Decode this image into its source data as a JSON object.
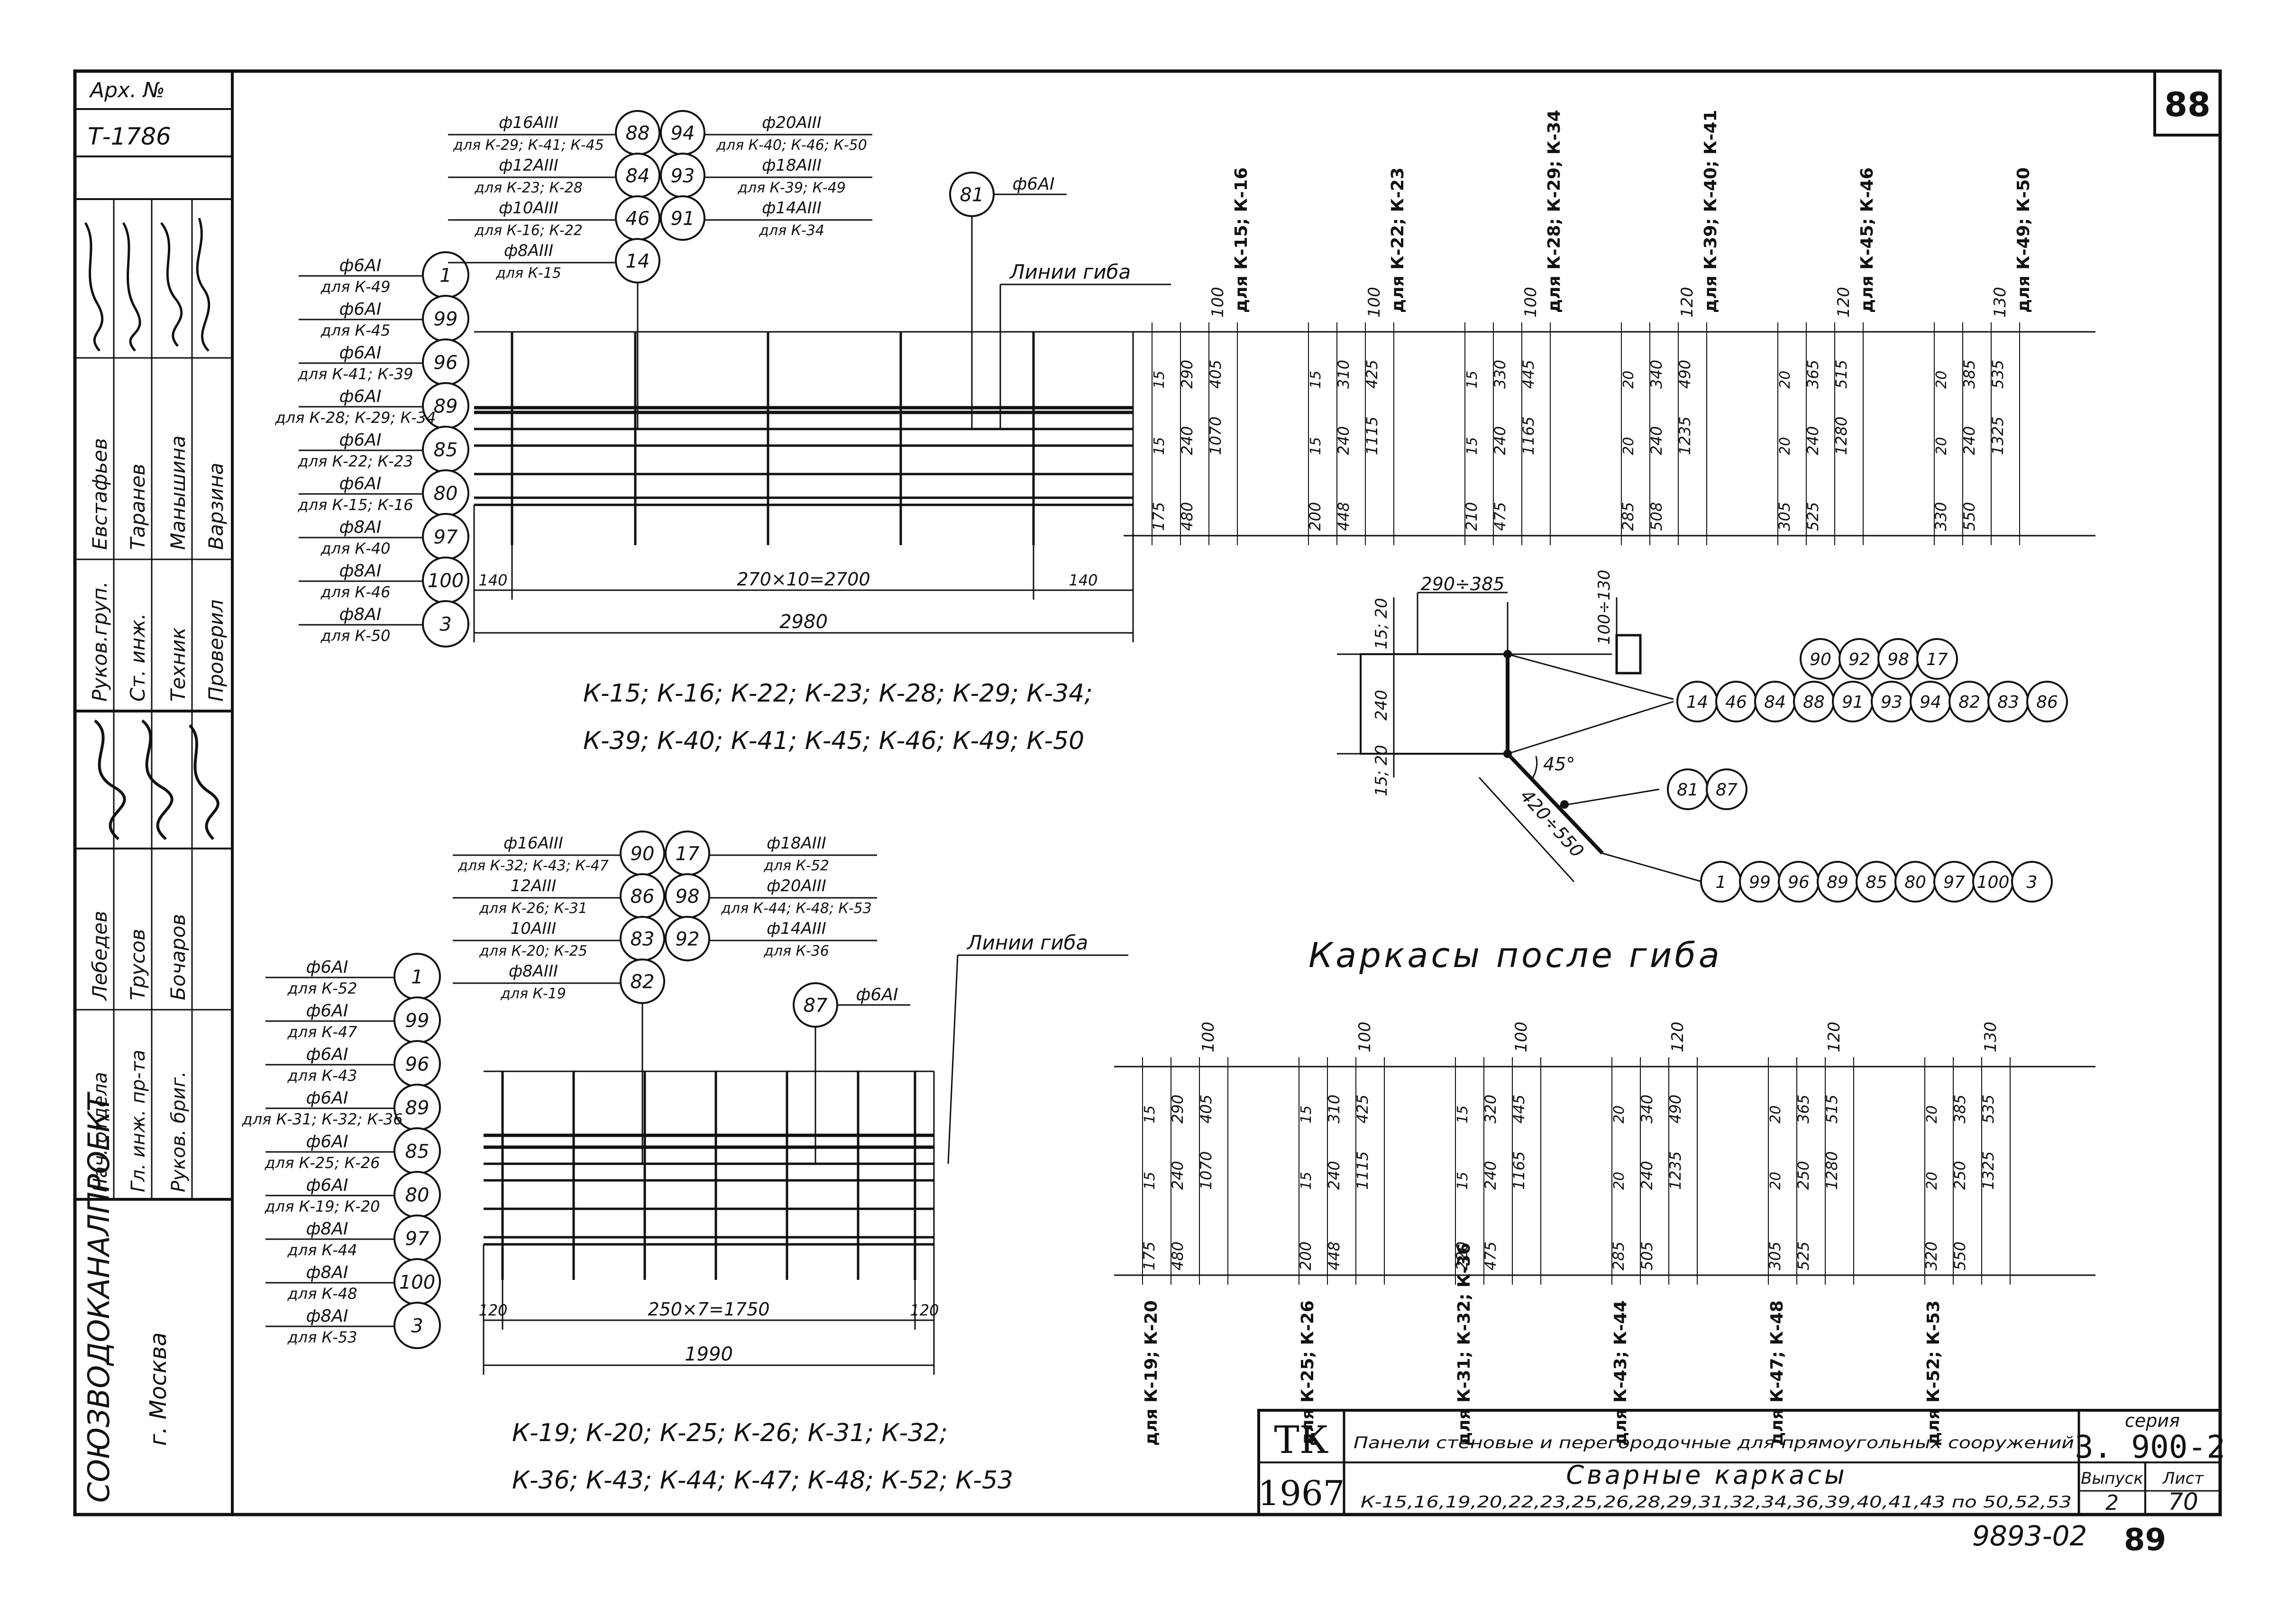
{
  "sheet_corner_number": "88",
  "bottom_code": "9893-02",
  "bottom_sheet": "89",
  "archive": {
    "label": "Арх. №",
    "number": "Т-1786"
  },
  "stamp": {
    "org": "СОЮЗВОДОКАНАЛПРОЕКТ",
    "city": "г. Москва",
    "upper_rows": [
      {
        "role": "Руков.груп.",
        "name": "Евстафьев"
      },
      {
        "role": "Ст. инж.",
        "name": "Таранев"
      },
      {
        "role": "Техник",
        "name": "Манышина"
      },
      {
        "role": "Проверил",
        "name": "Варзина"
      }
    ],
    "lower_rows": [
      {
        "role": "Нач. отдела",
        "name": "Лебедев"
      },
      {
        "role": "Гл. инж. пр-та",
        "name": "Трусов"
      },
      {
        "role": "Руков. бриг.",
        "name": "Бочаров"
      }
    ]
  },
  "title_block": {
    "tk": "ТК",
    "year": "1967",
    "series_label": "серия",
    "series": "3. 900-2",
    "subject": "Панели стеновые и перегородочные для прямоугольных сооружений",
    "title": "Сварные каркасы",
    "subtitle": "К-15,16,19,20,22,23,25,26,28,29,31,32,34,36,39,40,41,43 по 50,52,53",
    "issue_label": "Выпуск",
    "issue": "2",
    "sheet_label": "Лист",
    "sheet": "70"
  },
  "top_frame": {
    "bend_line_label": "Линии гиба",
    "left_callouts": [
      {
        "pos": "1",
        "bar": "ф6AI",
        "for": "для К-49"
      },
      {
        "pos": "99",
        "bar": "ф6AI",
        "for": "для К-45"
      },
      {
        "pos": "96",
        "bar": "ф6AI",
        "for": "для К-41; К-39"
      },
      {
        "pos": "89",
        "bar": "ф6AI",
        "for": "для К-28; К-29; К-34"
      },
      {
        "pos": "85",
        "bar": "ф6AI",
        "for": "для К-22; К-23"
      },
      {
        "pos": "80",
        "bar": "ф6AI",
        "for": "для К-15; К-16"
      },
      {
        "pos": "97",
        "bar": "ф8AI",
        "for": "для К-40"
      },
      {
        "pos": "100",
        "bar": "ф8AI",
        "for": "для К-46"
      },
      {
        "pos": "3",
        "bar": "ф8AI",
        "for": "для К-50"
      }
    ],
    "top_callouts": [
      {
        "pos": "88",
        "bar": "ф16AIII",
        "for": "для К-29; К-41; К-45"
      },
      {
        "pos": "94",
        "bar": "ф20AIII",
        "for": "для К-40; К-46; К-50"
      },
      {
        "pos": "84",
        "bar": "ф12AIII",
        "for": "для К-23; К-28"
      },
      {
        "pos": "93",
        "bar": "ф18AIII",
        "for": "для К-39; К-49"
      },
      {
        "pos": "46",
        "bar": "ф10AIII",
        "for": "для К-16; К-22"
      },
      {
        "pos": "91",
        "bar": "ф14AIII",
        "for": "для К-34"
      },
      {
        "pos": "14",
        "bar": "ф8AIII",
        "for": "для К-15"
      }
    ],
    "mesh_callout": {
      "pos": "81",
      "bar": "ф6AI"
    },
    "dims": {
      "end": "140",
      "spacing": "270×10=2700",
      "total": "2980"
    },
    "marks_1": "К-15; К-16; К-22; К-23; К-28; К-29; К-34;",
    "marks_2": "К-39; К-40; К-41; К-45; К-46; К-49; К-50",
    "columns": [
      {
        "label": "для К-15; К-16",
        "top": "100",
        "mid1": "15",
        "mid2": "290",
        "mid3": "405",
        "low1": "15",
        "low2": "240",
        "low3": "1070",
        "bot1": "480",
        "bot2": "175"
      },
      {
        "label": "для К-22; К-23",
        "top": "100",
        "mid1": "15",
        "mid2": "310",
        "mid3": "425",
        "low1": "15",
        "low2": "240",
        "low3": "1115",
        "bot1": "448",
        "bot2": "200"
      },
      {
        "label": "для К-28; К-29; К-34",
        "top": "100",
        "mid1": "15",
        "mid2": "330",
        "mid3": "445",
        "low1": "15",
        "low2": "240",
        "low3": "1165",
        "bot1": "475",
        "bot2": "210"
      },
      {
        "label": "для К-39; К-40; К-41",
        "top": "120",
        "mid1": "20",
        "mid2": "340",
        "mid3": "490",
        "low1": "20",
        "low2": "240",
        "low3": "1235",
        "bot1": "508",
        "bot2": "285"
      },
      {
        "label": "для К-45; К-46",
        "top": "120",
        "mid1": "20",
        "mid2": "365",
        "mid3": "515",
        "low1": "20",
        "low2": "240",
        "low3": "1280",
        "bot1": "525",
        "bot2": "305"
      },
      {
        "label": "для К-49; К-50",
        "top": "130",
        "mid1": "20",
        "mid2": "385",
        "mid3": "535",
        "low1": "20",
        "low2": "240",
        "low3": "1325",
        "bot1": "550",
        "bot2": "330"
      }
    ]
  },
  "bent_detail": {
    "title": "Каркасы после гиба",
    "dim_top": "290÷385",
    "dim_small": "100÷130",
    "dim_left_top": "15; 20",
    "dim_left_mid": "240",
    "dim_left_bot": "15; 20",
    "angle": "45°",
    "dim_diag": "420÷550",
    "top_row_upper": [
      "90",
      "92",
      "98",
      "17"
    ],
    "top_row_lower": [
      "14",
      "46",
      "84",
      "88",
      "91",
      "93",
      "94",
      "82",
      "83",
      "86"
    ],
    "mid_row": [
      "81",
      "87"
    ],
    "bottom_row": [
      "1",
      "99",
      "96",
      "89",
      "85",
      "80",
      "97",
      "100",
      "3"
    ]
  },
  "bottom_frame": {
    "bend_line_label": "Линии гиба",
    "left_callouts": [
      {
        "pos": "1",
        "bar": "ф6AI",
        "for": "для К-52"
      },
      {
        "pos": "99",
        "bar": "ф6AI",
        "for": "для К-47"
      },
      {
        "pos": "96",
        "bar": "ф6AI",
        "for": "для К-43"
      },
      {
        "pos": "89",
        "bar": "ф6AI",
        "for": "для К-31; К-32; К-36"
      },
      {
        "pos": "85",
        "bar": "ф6AI",
        "for": "для К-25; К-26"
      },
      {
        "pos": "80",
        "bar": "ф6AI",
        "for": "для К-19; К-20"
      },
      {
        "pos": "97",
        "bar": "ф8AI",
        "for": "для К-44"
      },
      {
        "pos": "100",
        "bar": "ф8AI",
        "for": "для К-48"
      },
      {
        "pos": "3",
        "bar": "ф8AI",
        "for": "для К-53"
      }
    ],
    "top_callouts": [
      {
        "pos": "90",
        "bar": "ф16AIII",
        "for": "для К-32; К-43; К-47"
      },
      {
        "pos": "17",
        "bar": "ф18AIII",
        "for": "для К-52"
      },
      {
        "pos": "86",
        "bar": "12AIII",
        "for": "для К-26; К-31"
      },
      {
        "pos": "98",
        "bar": "ф20AIII",
        "for": "для К-44; К-48; К-53"
      },
      {
        "pos": "83",
        "bar": "10AIII",
        "for": "для К-20; К-25"
      },
      {
        "pos": "92",
        "bar": "ф14AIII",
        "for": "для К-36"
      },
      {
        "pos": "82",
        "bar": "ф8AIII",
        "for": "для К-19"
      }
    ],
    "mesh_callout": {
      "pos": "87",
      "bar": "ф6AI"
    },
    "dims": {
      "end": "120",
      "spacing": "250×7=1750",
      "total": "1990"
    },
    "marks_1": "К-19; К-20; К-25; К-26; К-31; К-32;",
    "marks_2": "К-36; К-43; К-44; К-47; К-48; К-52; К-53",
    "columns": [
      {
        "label": "для К-19; К-20",
        "top": "100",
        "mid1": "15",
        "mid2": "290",
        "mid3": "405",
        "low1": "15",
        "low2": "240",
        "low3": "1070",
        "bot1": "480",
        "bot2": "175"
      },
      {
        "label": "для К-25; К-26",
        "top": "100",
        "mid1": "15",
        "mid2": "310",
        "mid3": "425",
        "low1": "15",
        "low2": "240",
        "low3": "1115",
        "bot1": "448",
        "bot2": "200"
      },
      {
        "label": "для К-31; К-32; К-36",
        "top": "100",
        "mid1": "15",
        "mid2": "320",
        "mid3": "445",
        "low1": "15",
        "low2": "240",
        "low3": "1165",
        "bot1": "475",
        "bot2": "220"
      },
      {
        "label": "для К-43; К-44",
        "top": "120",
        "mid1": "20",
        "mid2": "340",
        "mid3": "490",
        "low1": "20",
        "low2": "240",
        "low3": "1235",
        "bot1": "505",
        "bot2": "285"
      },
      {
        "label": "для К-47; К-48",
        "top": "120",
        "mid1": "20",
        "mid2": "365",
        "mid3": "515",
        "low1": "20",
        "low2": "250",
        "low3": "1280",
        "bot1": "525",
        "bot2": "305"
      },
      {
        "label": "для К-52; К-53",
        "top": "130",
        "mid1": "20",
        "mid2": "385",
        "mid3": "535",
        "low1": "20",
        "low2": "250",
        "low3": "1325",
        "bot1": "550",
        "bot2": "320"
      }
    ]
  }
}
